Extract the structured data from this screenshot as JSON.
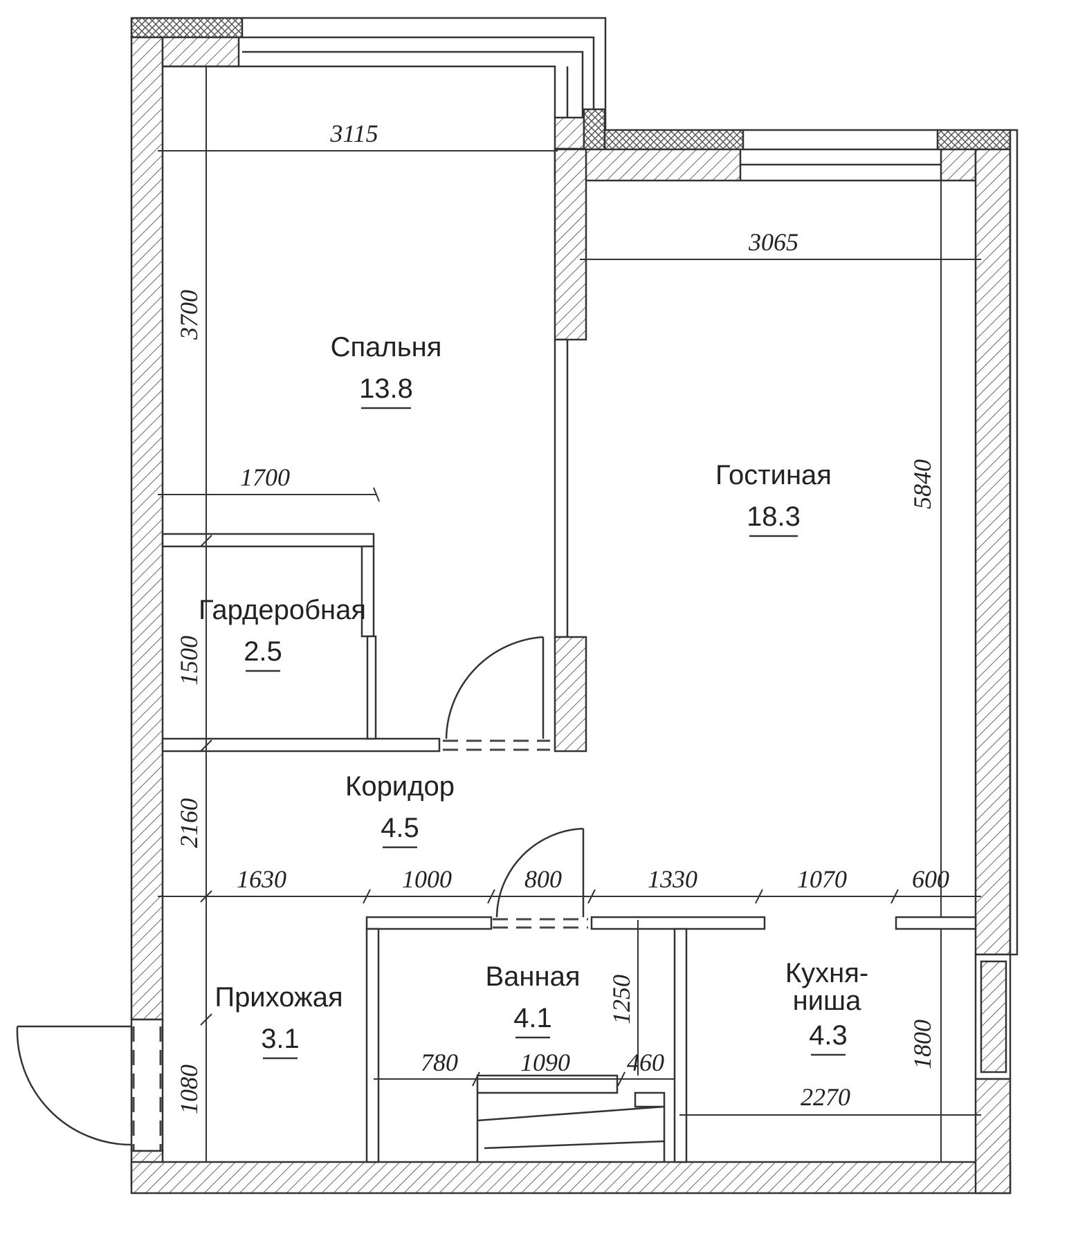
{
  "rooms": [
    {
      "name": "Спальня",
      "area": "13.8"
    },
    {
      "name": "Гостиная",
      "area": "18.3"
    },
    {
      "name": "Гардеробная",
      "area": "2.5"
    },
    {
      "name": "Коридор",
      "area": "4.5"
    },
    {
      "name": "Прихожая",
      "area": "3.1"
    },
    {
      "name": "Ванная",
      "area": "4.1"
    },
    {
      "name": "Кухня-",
      "name2": "ниша",
      "area": "4.3"
    }
  ],
  "dimensions": {
    "bedroom_width": "3115",
    "living_width": "3065",
    "bedroom_height": "3700",
    "wardrobe_width": "1700",
    "wardrobe_height": "1500",
    "living_height": "5840",
    "corridor_height": "2160",
    "entry_height": "1080",
    "row": [
      "1630",
      "1000",
      "800",
      "1330",
      "1070",
      "600"
    ],
    "bath_height": "1250",
    "kitchen_height": "1800",
    "bath_row": [
      "780",
      "1090",
      "460"
    ],
    "kitchen_width": "2270"
  }
}
